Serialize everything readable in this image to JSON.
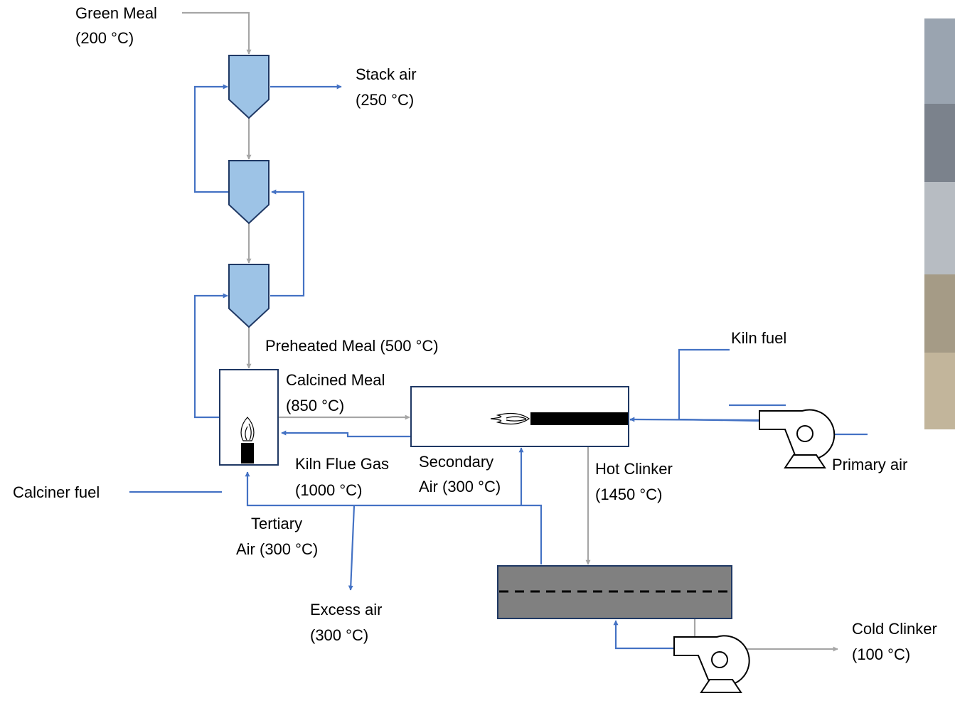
{
  "labels": {
    "green_meal": [
      "Green Meal",
      "(200 °C)"
    ],
    "stack_air": [
      "Stack air",
      "(250 °C)"
    ],
    "preheated_meal": "Preheated Meal (500 °C)",
    "calcined_meal": [
      "Calcined Meal",
      "(850 °C)"
    ],
    "kiln_fuel": "Kiln fuel",
    "kiln_flue_gas": [
      "Kiln Flue Gas",
      "(1000 °C)"
    ],
    "secondary_air": [
      "Secondary",
      "Air (300 °C)"
    ],
    "hot_clinker": [
      "Hot Clinker",
      "(1450 °C)"
    ],
    "primary_air": "Primary air",
    "calciner_fuel": "Calciner fuel",
    "tertiary_air": [
      "Tertiary",
      "Air (300 °C)"
    ],
    "excess_air": [
      "Excess air",
      "(300 °C)"
    ],
    "cold_clinker": [
      "Cold Clinker",
      "(100 °C)"
    ]
  },
  "colors": {
    "gas_stream": "#4472C4",
    "meal_stream": "#A6A6A6",
    "cyclone_fill": "#9DC3E6",
    "cooler_fill": "#808080",
    "outline": "#1F3864"
  }
}
